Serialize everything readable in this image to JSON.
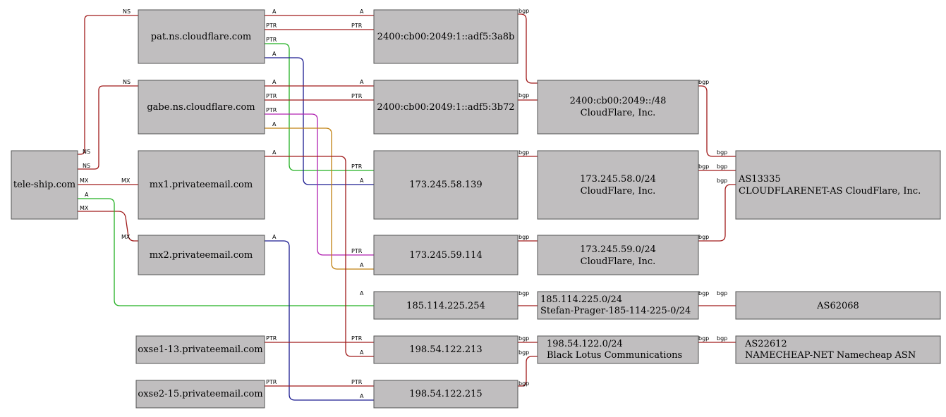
{
  "colors": {
    "red": "#a01a1a",
    "green": "#22b022",
    "blue": "#1a1a90",
    "magenta": "#b020b0",
    "orange": "#c08010",
    "node_fill": "#c0bebf"
  },
  "nodes": {
    "tele_ship": "tele-ship.com",
    "pat_ns": "pat.ns.cloudflare.com",
    "gabe_ns": "gabe.ns.cloudflare.com",
    "mx1": "mx1.privateemail.com",
    "mx2": "mx2.privateemail.com",
    "oxse1": "oxse1-13.privateemail.com",
    "oxse2": "oxse2-15.privateemail.com",
    "ip6_3a8b": "2400:cb00:2049:1::adf5:3a8b",
    "ip6_3b72": "2400:cb00:2049:1::adf5:3b72",
    "ip_139": "173.245.58.139",
    "ip_114": "173.245.59.114",
    "ip_254": "185.114.225.254",
    "ip_213": "198.54.122.213",
    "ip_215": "198.54.122.215",
    "pfx6_l1": "2400:cb00:2049::/48",
    "pfx6_l2": "CloudFlare, Inc.",
    "pfx58_l1": "173.245.58.0/24",
    "pfx58_l2": "CloudFlare, Inc.",
    "pfx59_l1": "173.245.59.0/24",
    "pfx59_l2": "CloudFlare, Inc.",
    "pfx185_l1": "185.114.225.0/24",
    "pfx185_l2": "Stefan-Prager-185-114-225-0/24",
    "pfx198_l1": "198.54.122.0/24",
    "pfx198_l2": "Black Lotus Communications",
    "as13335_l1": "AS13335",
    "as13335_l2": "CLOUDFLARENET-AS CloudFlare, Inc.",
    "as62068": "AS62068",
    "as22612_l1": "AS22612",
    "as22612_l2": "NAMECHEAP-NET Namecheap ASN"
  },
  "labels": {
    "ns": "NS",
    "mx": "MX",
    "a": "A",
    "ptr": "PTR",
    "bgp": "bgp"
  }
}
